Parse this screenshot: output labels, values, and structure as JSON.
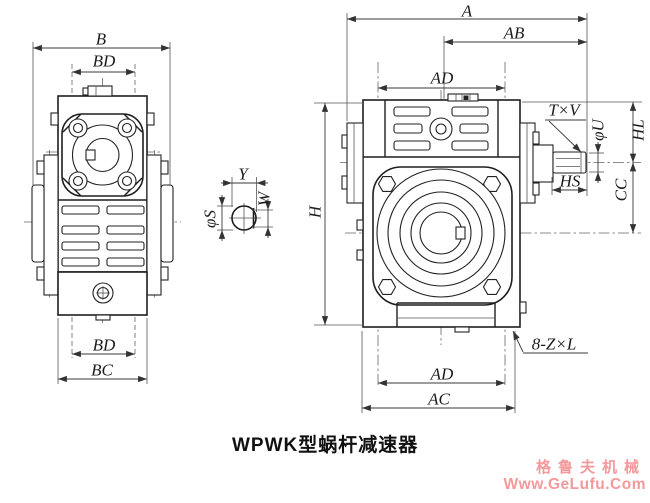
{
  "caption": "WPWK型蜗杆减速器",
  "watermark": {
    "line1": "格鲁夫机械",
    "line2": "Www.GeLufu.Com",
    "color": "#f4999b"
  },
  "labels": {
    "left_view": {
      "B": "B",
      "BD_top": "BD",
      "BD_bottom": "BD",
      "BC": "BC"
    },
    "shaft_section": {
      "Y": "Y",
      "W": "W",
      "phi_S": "φS"
    },
    "right_view": {
      "A": "A",
      "AB": "AB",
      "AD_top": "AD",
      "AD_bottom": "AD",
      "AC": "AC",
      "H": "H",
      "T_x_V": "T×V",
      "phi_U": "φU",
      "HL": "HL",
      "HS": "HS",
      "CC": "CC",
      "bolt_note": "8-Z×L"
    }
  }
}
